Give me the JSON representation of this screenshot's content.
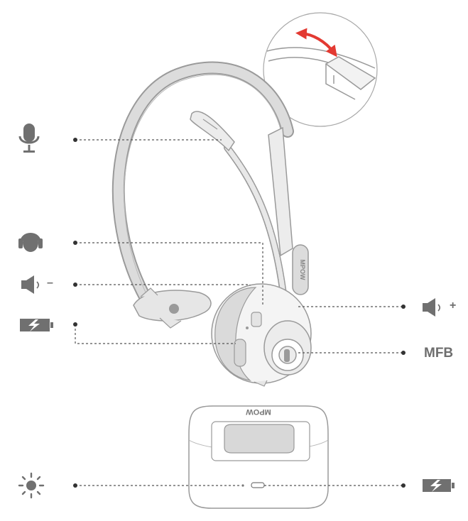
{
  "labels": {
    "volume_minus_sign": "–",
    "volume_plus_sign": "+",
    "multi_function_button": "MFB"
  },
  "brand": {
    "headset_logo": "MPOW",
    "base_logo": "MPOW"
  },
  "icons": {
    "left": [
      "microphone-icon",
      "headset-icon",
      "speaker-icon",
      "battery-icon",
      "light-icon"
    ],
    "right": [
      "speaker-icon",
      "battery-icon"
    ]
  },
  "colors": {
    "icon_gray": "#707070",
    "line_gray": "#555555",
    "outline_gray": "#9a9a9a",
    "accent_red": "#e33a32"
  }
}
